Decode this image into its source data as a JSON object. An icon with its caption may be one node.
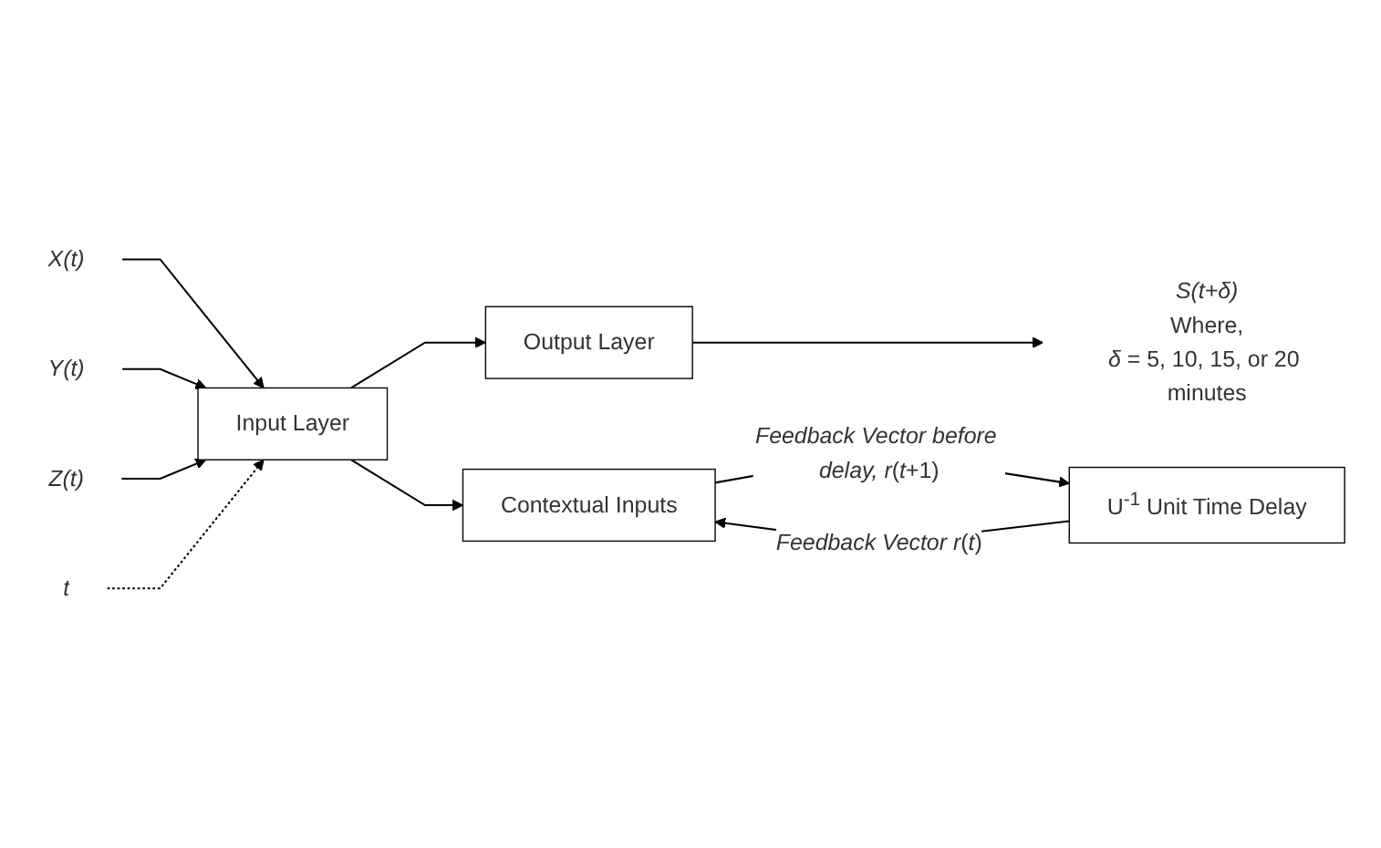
{
  "diagram": {
    "nodes": [
      {
        "text": [
          "X(t)"
        ]
      },
      {
        "text": [
          "Y(t)"
        ]
      },
      {
        "text": [
          "Z(t)"
        ]
      },
      {
        "text": [
          "t"
        ]
      },
      {
        "text": [
          "Input Layer"
        ]
      },
      {
        "text": [
          "Output Layer"
        ]
      },
      {
        "text": [
          "*S(t+δ)*",
          "Where,",
          "*δ* = 5, 10, 15, or 20 minutes"
        ]
      },
      {
        "text": [
          "U$^{-1}$ Unit Time Delay"
        ]
      },
      {
        "text": [
          "Contextual Inputs"
        ]
      }
    ],
    "edges": [
      {
        "from": 0,
        "to": 4,
        "arrow": "to"
      },
      {
        "from": 1,
        "to": 4,
        "arrow": "to"
      },
      {
        "from": 2,
        "to": 4,
        "arrow": "to"
      },
      {
        "from": 3,
        "to": 4,
        "arrow": "to",
        "style": "dashed"
      },
      {
        "from": 4,
        "to": 5,
        "arrow": "to"
      },
      {
        "from": 5,
        "to": 6,
        "arrow": "to"
      },
      {
        "from": 4,
        "to": 8,
        "arrow": "to"
      },
      {
        "from": 7,
        "to": 8,
        "arrow": "to",
        "label": "*Feedback Vector* *r*(*t*)"
      },
      {
        "from": 8,
        "to": 7,
        "arrow": "to",
        "label": "*Feedback Vector before delay, r*(*t*+1)"
      }
    ]
  }
}
